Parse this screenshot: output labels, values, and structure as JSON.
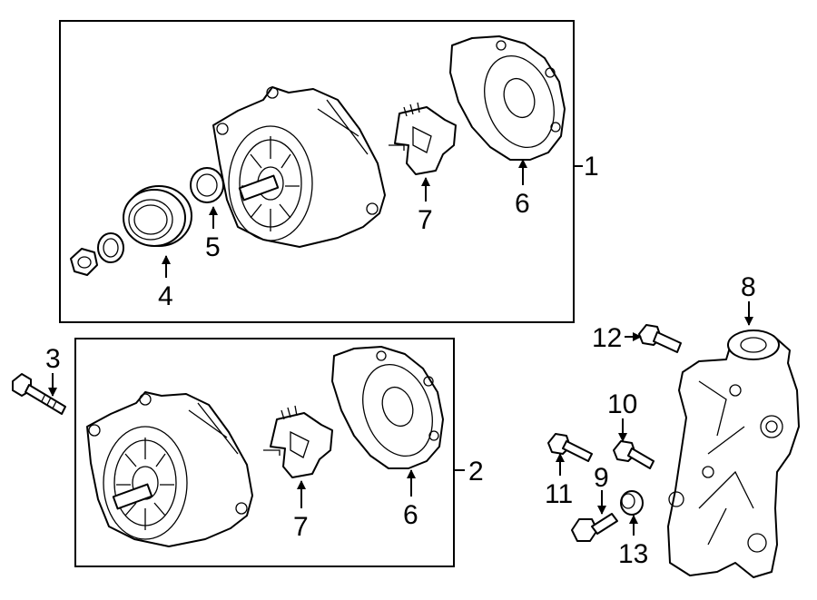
{
  "figure": {
    "callouts": {
      "c1": "1",
      "c2": "2",
      "c3": "3",
      "c4": "4",
      "c5": "5",
      "c6a": "6",
      "c6b": "6",
      "c7a": "7",
      "c7b": "7",
      "c8": "8",
      "c9": "9",
      "c10": "10",
      "c11": "11",
      "c12": "12",
      "c13": "13"
    }
  }
}
